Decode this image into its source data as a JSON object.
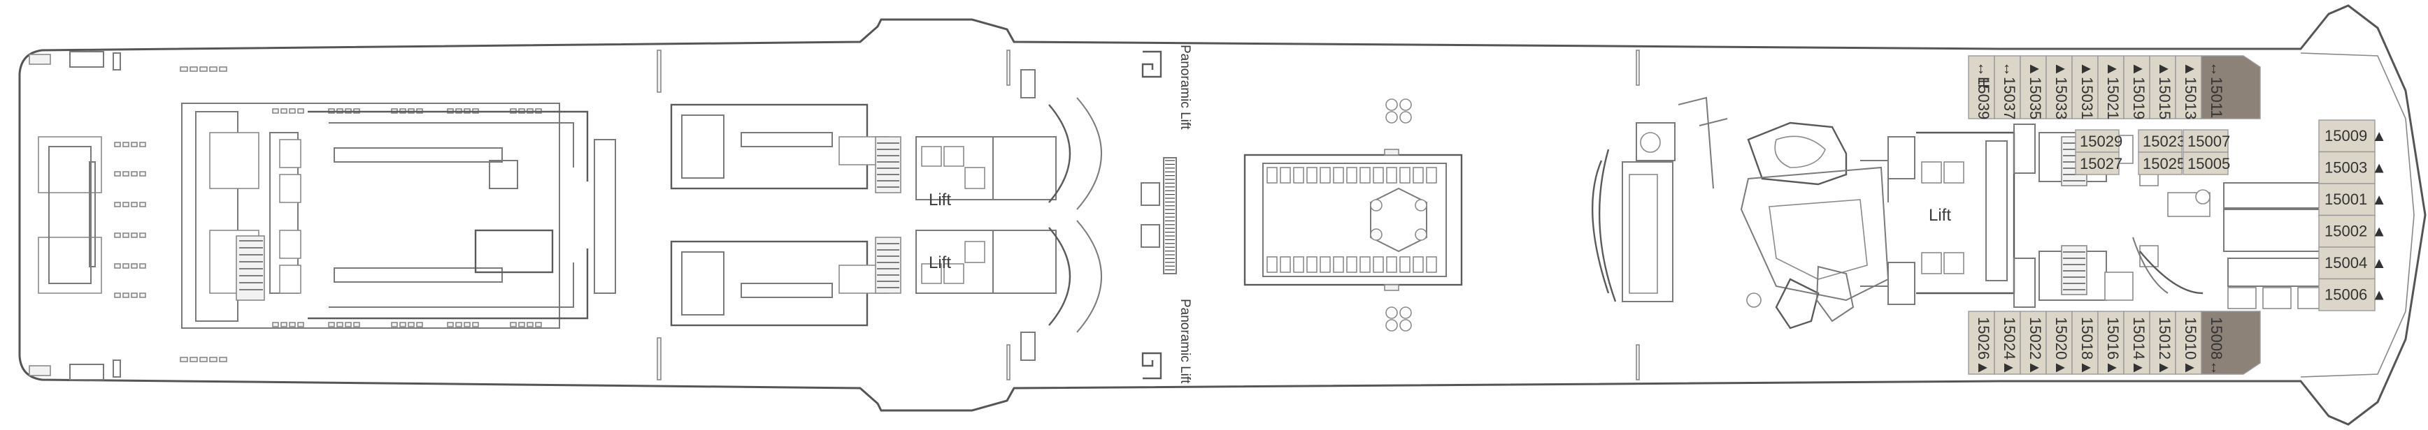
{
  "deck": {
    "colors": {
      "hull_outline": "#555555",
      "cabin_fill": "#dcd6c8",
      "suite_fill": "#8c8278",
      "cabin_stroke": "#9a9a9a",
      "text": "#333333"
    },
    "lift_labels": [
      "Lift",
      "Lift",
      "Lift"
    ],
    "panoramic_lift_labels": [
      "Panoramic Lift",
      "Panoramic Lift"
    ],
    "cabins_top_row": [
      {
        "number": "15039",
        "marker": "↔H"
      },
      {
        "number": "15037",
        "marker": "↔"
      },
      {
        "number": "15035",
        "marker": "▲"
      },
      {
        "number": "15033",
        "marker": "▲"
      },
      {
        "number": "15031",
        "marker": "▲"
      },
      {
        "number": "15021",
        "marker": "▲"
      },
      {
        "number": "15019",
        "marker": "▲"
      },
      {
        "number": "15015",
        "marker": "▲"
      },
      {
        "number": "15013",
        "marker": "▲"
      },
      {
        "number": "15011",
        "marker": "↔"
      }
    ],
    "cabins_bottom_row": [
      {
        "number": "15026",
        "marker": "▲"
      },
      {
        "number": "15024",
        "marker": "▲"
      },
      {
        "number": "15022",
        "marker": "▲"
      },
      {
        "number": "15020",
        "marker": "▲"
      },
      {
        "number": "15018",
        "marker": "▲"
      },
      {
        "number": "15016",
        "marker": "▲"
      },
      {
        "number": "15014",
        "marker": "▲"
      },
      {
        "number": "15012",
        "marker": "▲"
      },
      {
        "number": "15010",
        "marker": "▲"
      },
      {
        "number": "15008",
        "marker": "↔"
      }
    ],
    "cabins_bow_column": [
      "15009",
      "15003",
      "15001",
      "15002",
      "15004",
      "15006"
    ],
    "cabins_inner_block": [
      "15029",
      "15027",
      "15023",
      "15025",
      "15007",
      "15005"
    ]
  }
}
